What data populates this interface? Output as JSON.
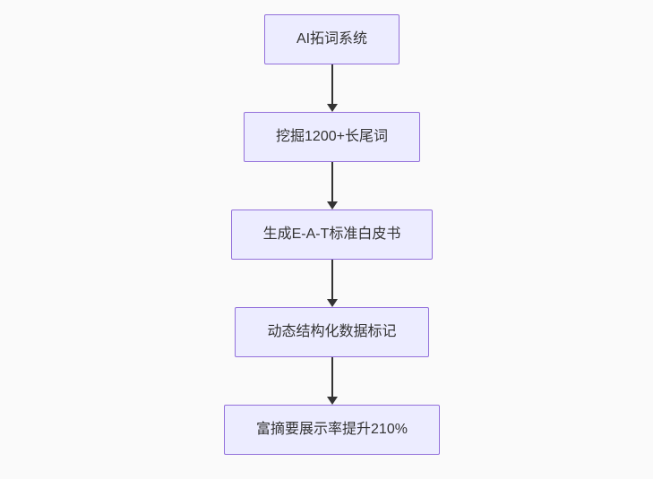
{
  "page": {
    "background_color": "#fafafa"
  },
  "flowchart": {
    "type": "flowchart",
    "direction": "top-down",
    "node_fill_color": "#ECECFF",
    "node_border_color": "#9370DB",
    "text_color": "#333333",
    "arrow_color": "#333333",
    "nodes": [
      {
        "label": "AI拓词系统"
      },
      {
        "label": "挖掘1200+长尾词"
      },
      {
        "label": "生成E-A-T标准白皮书"
      },
      {
        "label": "动态结构化数据标记"
      },
      {
        "label": "富摘要展示率提升210%"
      }
    ],
    "edges": [
      {
        "from": 0,
        "to": 1,
        "style": "arrow-down"
      },
      {
        "from": 1,
        "to": 2,
        "style": "arrow-down"
      },
      {
        "from": 2,
        "to": 3,
        "style": "arrow-down"
      },
      {
        "from": 3,
        "to": 4,
        "style": "arrow-down"
      }
    ]
  }
}
